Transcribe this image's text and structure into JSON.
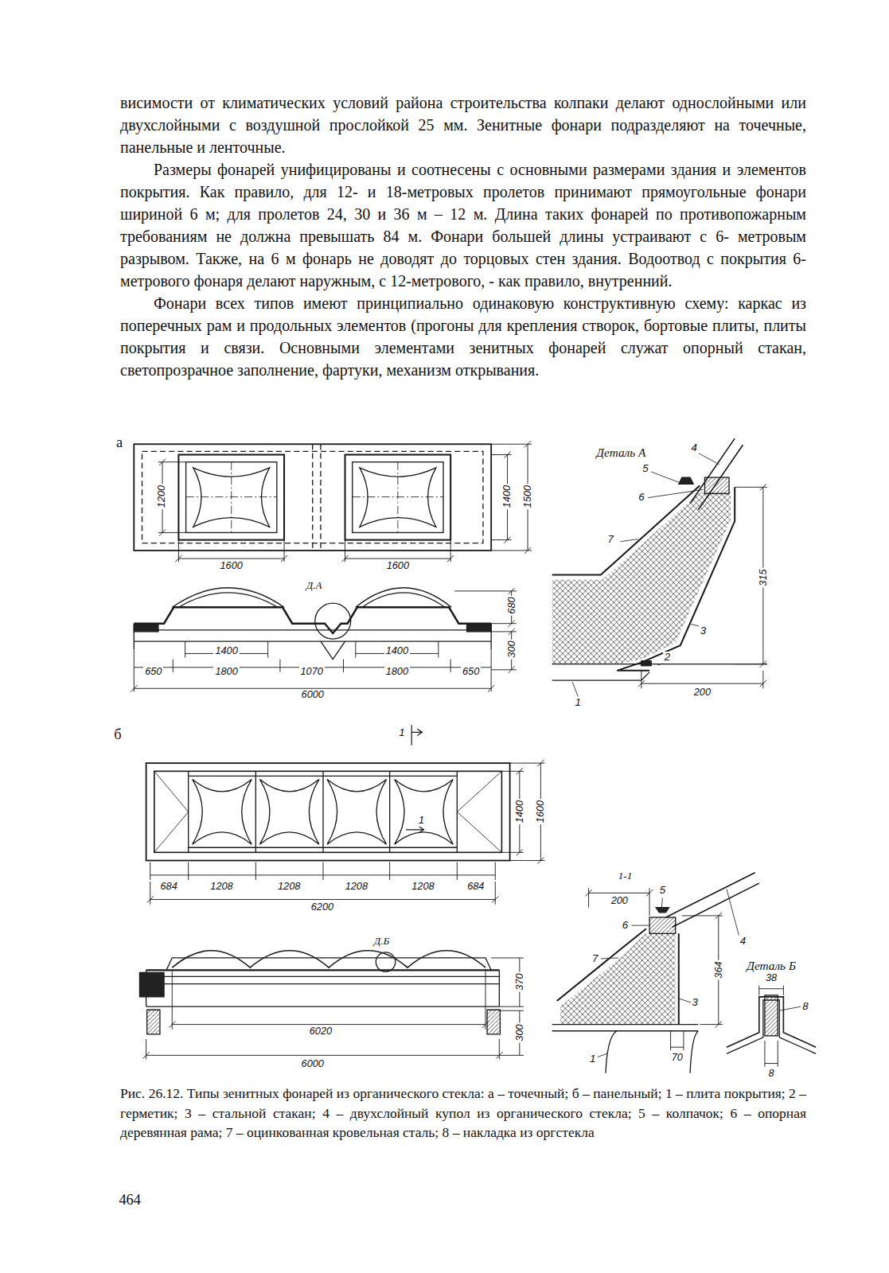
{
  "diagram": {
    "caption": "Рис. 26.12. Типы зенитных фонарей из органического стекла: а – точечный; б – панельный; 1 – плита покрытия; 2 – герметик; 3 – стальной стакан; 4 – двухслойный купол из органического стекла; 5 – колпачок; 6 – опорная деревянная рама; 7 – оцинкованная кровельная сталь; 8 – накладка из оргстекла",
    "labels": [
      "а",
      "1200",
      "1400",
      "1500",
      "1600",
      "1600",
      "Д.А",
      "680",
      "300",
      "1400",
      "1400",
      "650",
      "1800",
      "1070",
      "1800",
      "650",
      "6000",
      "Деталь А",
      "4",
      "5",
      "6",
      "7",
      "315",
      "3",
      "2",
      "200",
      "1",
      "б",
      "1",
      "1",
      "1400",
      "1600",
      "684",
      "1208",
      "1208",
      "1208",
      "1208",
      "684",
      "6200",
      "Д.Б",
      "6020",
      "370",
      "300",
      "6000",
      "1-1",
      "200",
      "5",
      "4",
      "6",
      "7",
      "3",
      "364",
      "70",
      "1",
      "Деталь Б",
      "38",
      "8",
      "8",
      "464",
      "висимости от климатических условий района строительства колпаки делают однослойными или двухслойными с воздушной прослойкой 25 мм. Зенитные фонари подразделяют на точечные, панельные и ленточные.",
      "Размеры фонарей унифицированы и соотнесены с основными размерами здания и элементов покрытия. Как правило, для 12- и 18-метровых пролетов принимают прямоугольные фонари шириной 6 м; для пролетов 24, 30 и 36 м – 12 м. Длина таких фонарей по противопожарным требованиям не должна превышать 84 м. Фонари большей длины устраивают с 6- метровым разрывом. Также, на 6 м фонарь не доводят до торцовых стен здания. Водоотвод с покрытия 6-метрового фонаря делают наружным, с 12-метрового, - как правило, внутренний.",
      "Фонари всех типов имеют принципиально одинаковую конструктивную схему: каркас из поперечных рам и продольных элементов (прогоны для крепления створок, бортовые плиты, плиты покрытия и связи. Основными элементами зенитных фонарей служат опорный стакан, светопрозрачное заполнение, фартуки, механизм открывания."
    ]
  }
}
